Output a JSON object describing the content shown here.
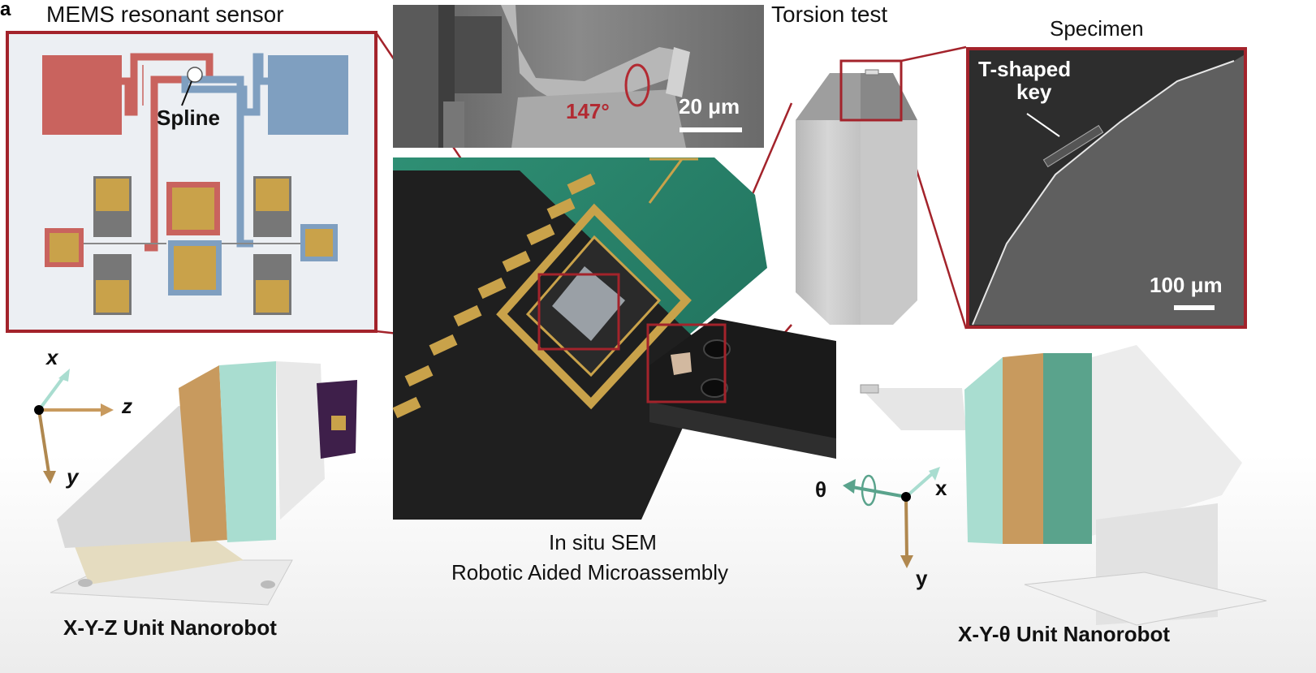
{
  "panel_letter": "a",
  "titles": {
    "mems": "MEMS resonant sensor",
    "torsion": "Torsion test",
    "specimen": "Specimen",
    "center_line1": "In situ SEM",
    "center_line2": "Robotic Aided Microassembly",
    "xyz_robot": "X-Y-Z Unit Nanorobot",
    "xytheta_robot": "X-Y-θ Unit Nanorobot"
  },
  "annotations": {
    "spline": "Spline",
    "angle": "147°",
    "scale_20": "20 μm",
    "t_key_line1": "T-shaped",
    "t_key_line2": "key",
    "scale_100": "100 μm"
  },
  "axes_left": {
    "x": "x",
    "z": "z",
    "y": "y"
  },
  "axes_right": {
    "theta": "θ",
    "x": "x",
    "y": "y"
  },
  "colors": {
    "frame_red": "#a3232b",
    "pad_red": "#c9635e",
    "pad_blue": "#7f9fc0",
    "gold": "#c9a24a",
    "teal": "#5aa38c",
    "mint": "#a9ddd0",
    "tan": "#c89a5e",
    "sem_gray": "#6e6e6e"
  }
}
